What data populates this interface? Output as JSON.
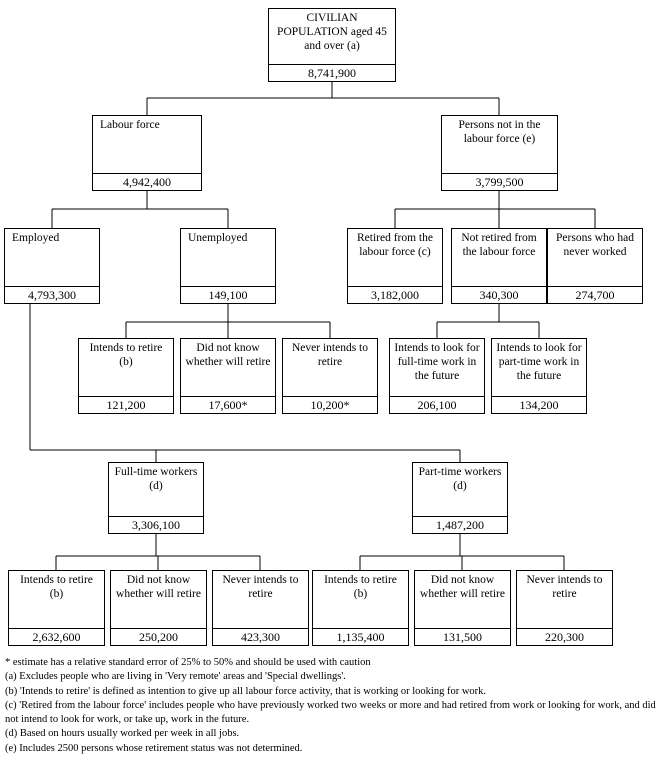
{
  "colors": {
    "line": "#000000",
    "background": "#ffffff",
    "text": "#000000"
  },
  "nodes": {
    "civilian_population": {
      "label": "CIVILIAN POPULATION aged 45 and over (a)",
      "value": "8,741,900"
    },
    "labour_force": {
      "label": "Labour force",
      "value": "4,942,400"
    },
    "persons_not_in_labour_force": {
      "label": "Persons not in the labour force (e)",
      "value": "3,799,500"
    },
    "employed": {
      "label": "Employed",
      "value": "4,793,300"
    },
    "unemployed": {
      "label": "Unemployed",
      "value": "149,100"
    },
    "retired_from_labour_force": {
      "label": "Retired from the labour force (c)",
      "value": "3,182,000"
    },
    "not_retired_from_labour_force": {
      "label": "Not retired from the labour force",
      "value": "340,300"
    },
    "never_worked": {
      "label": "Persons who had never worked",
      "value": "274,700"
    },
    "unemployed_intends_retire": {
      "label": "Intends to retire (b)",
      "value": "121,200"
    },
    "unemployed_did_not_know": {
      "label": "Did not know whether will retire",
      "value": "17,600*"
    },
    "unemployed_never_intends": {
      "label": "Never intends to retire",
      "value": "10,200*"
    },
    "look_full_time": {
      "label": "Intends to look for full-time work in the future",
      "value": "206,100"
    },
    "look_part_time": {
      "label": "Intends to look for part-time work in the future",
      "value": "134,200"
    },
    "full_time_workers": {
      "label": "Full-time workers (d)",
      "value": "3,306,100"
    },
    "part_time_workers": {
      "label": "Part-time workers (d)",
      "value": "1,487,200"
    },
    "ft_intends_retire": {
      "label": "Intends to retire (b)",
      "value": "2,632,600"
    },
    "ft_did_not_know": {
      "label": "Did not know whether will retire",
      "value": "250,200"
    },
    "ft_never_intends": {
      "label": "Never intends to retire",
      "value": "423,300"
    },
    "pt_intends_retire": {
      "label": "Intends to retire (b)",
      "value": "1,135,400"
    },
    "pt_did_not_know": {
      "label": "Did not know whether will retire",
      "value": "131,500"
    },
    "pt_never_intends": {
      "label": "Never intends to retire",
      "value": "220,300"
    }
  },
  "footnotes": [
    "* estimate has a relative standard error of 25% to 50% and should be used with caution",
    "(a)  Excludes people who are living in 'Very remote' areas and 'Special dwellings'.",
    "(b) 'Intends to retire' is defined as intention to give up all labour force activity, that is working or looking for work.",
    "(c) 'Retired from the labour force' includes people who have previously worked two weeks or more and had retired from work or looking for work, and did not intend to look for work, or take up, work in the future.",
    "(d) Based on hours usually worked per week in all jobs.",
    "(e) Includes 2500 persons whose retirement status was not determined."
  ]
}
